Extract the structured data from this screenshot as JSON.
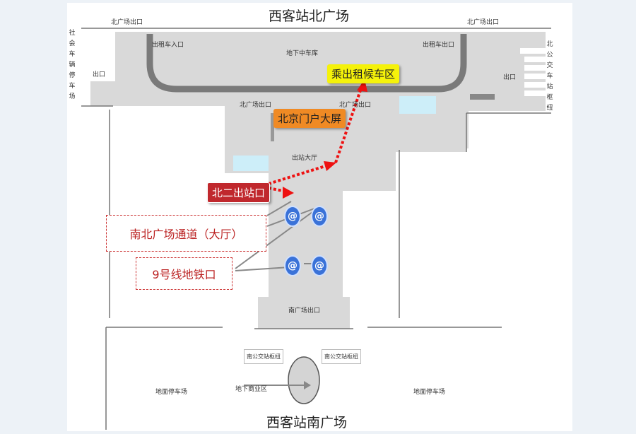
{
  "titles": {
    "north": "西客站北广场",
    "south": "西客站南广场"
  },
  "labels": {
    "north_exit_left": "北广场出口",
    "north_exit_right": "北广场出口",
    "north_exit_inner_left": "北广场出口",
    "north_exit_inner_right": "北广场出口",
    "taxi_entrance": "出租车入口",
    "taxi_exit": "出租车出口",
    "underground_garage": "地下中车库",
    "exit_left": "出口",
    "exit_right": "出口",
    "social_parking": "社会车辆停车场",
    "north_bus_hub": "北公交车站枢纽",
    "exit_hall": "出站大厅",
    "south_exit": "南广场出口",
    "south_bus_hub_left": "南公交站枢纽",
    "south_bus_hub_right": "南公交站枢纽",
    "underground_commercial": "地下商业区",
    "ground_parking_left": "地面停车场",
    "ground_parking_right": "地面停车场"
  },
  "callouts": {
    "taxi_waiting": "乘出租候车区",
    "beijing_screen": "北京门户大屏",
    "north2_exit": "北二出站口",
    "ns_passage": "南北广场通道（大厅）",
    "metro_line9": "9号线地铁口"
  },
  "metro_symbol": "@",
  "colors": {
    "yellow": "#f5f20a",
    "orange": "#f08a24",
    "red": "#c0282d",
    "metro": "#3a72d8",
    "floor": "#d9d9d9",
    "water": "#cdeef9"
  }
}
